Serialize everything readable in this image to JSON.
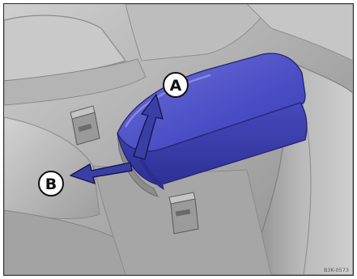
{
  "figure": {
    "callouts": [
      {
        "label": "A"
      },
      {
        "label": "B"
      }
    ],
    "figure_code": "B3K-0573",
    "colors": {
      "armrest": "#3f3fb8",
      "arrow": "#3a3fa8",
      "interior": "#b5b5b5"
    }
  }
}
